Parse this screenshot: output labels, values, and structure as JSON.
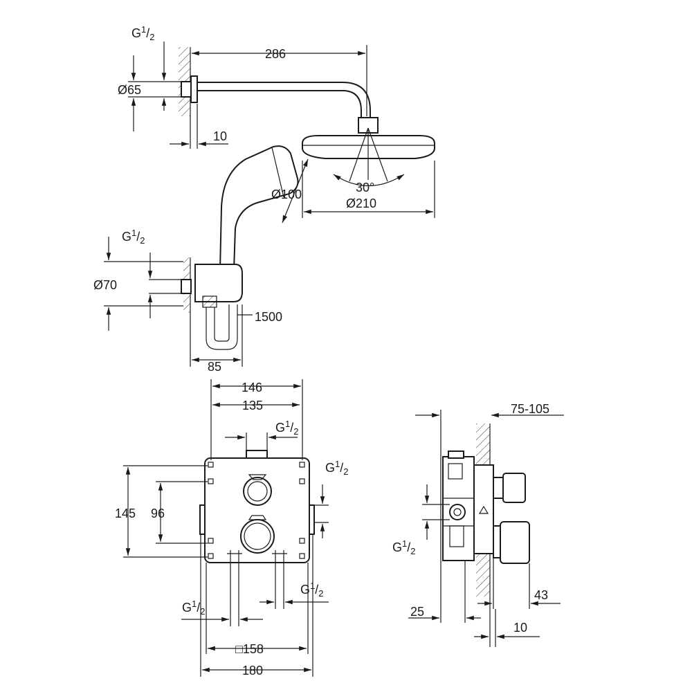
{
  "thread": {
    "base": "G",
    "num": "1",
    "den": "2"
  },
  "head_shower": {
    "arm_length": "286",
    "flange_diameter": "Ø65",
    "flange_depth": "10",
    "tilt_angle": "30°",
    "head_diameter": "Ø210"
  },
  "hand_shower": {
    "head_diameter": "Ø100",
    "bracket_diameter": "Ø70",
    "hose_length": "1500",
    "bracket_projection": "85"
  },
  "thermostat_front": {
    "outer_width": "146",
    "inner_width": "135",
    "height": "145",
    "inner_height": "96",
    "plate_size": "□158",
    "overall_width": "180"
  },
  "thermostat_side": {
    "wall_depth": "75-105",
    "offset_left": "25",
    "knob_projection": "43",
    "plate_depth": "10"
  }
}
